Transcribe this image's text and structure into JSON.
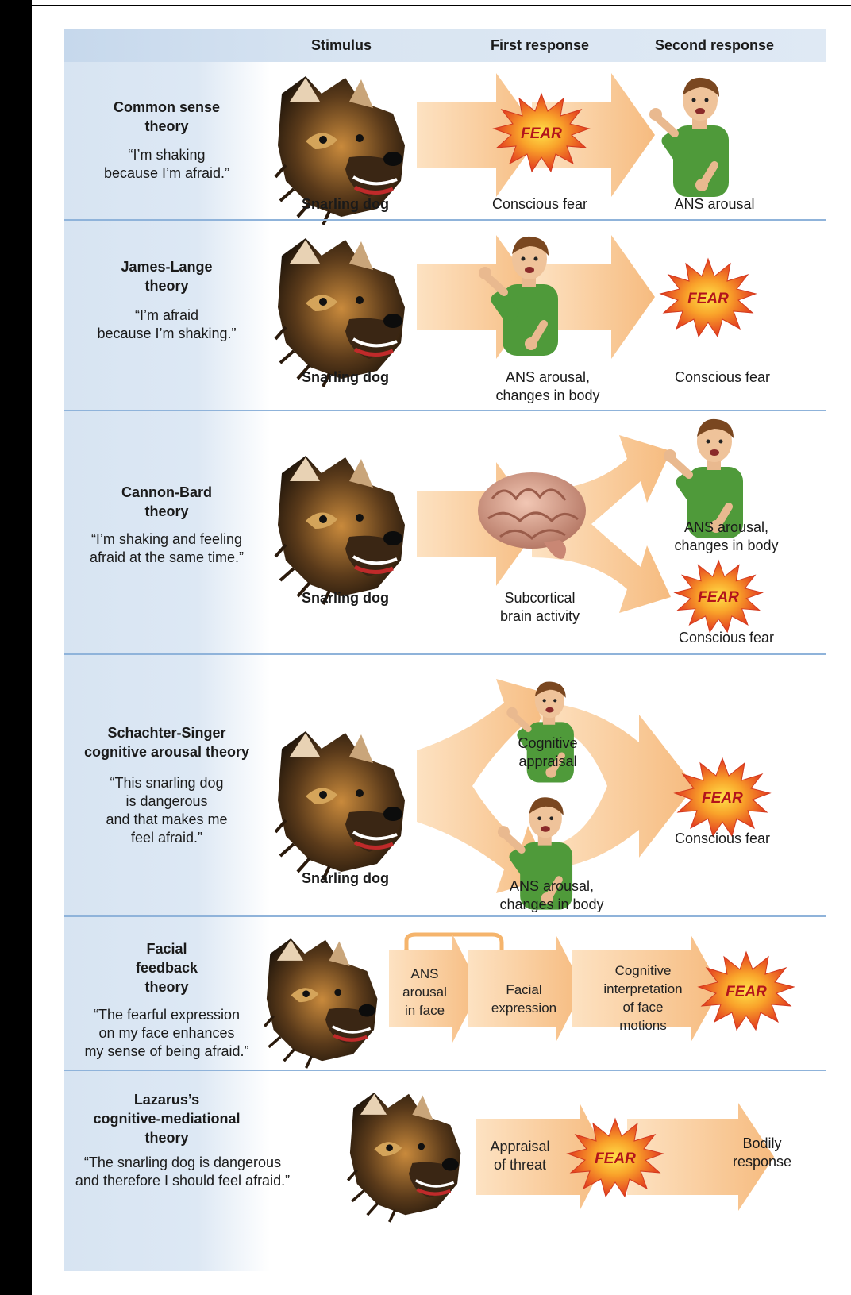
{
  "header": {
    "stimulus": "Stimulus",
    "first_response": "First response",
    "second_response": "Second response"
  },
  "fear_word": "FEAR",
  "icons": [
    "snarling-dog-icon",
    "person-shaking-icon",
    "brain-icon",
    "fear-burst-icon",
    "flow-arrow-icon"
  ],
  "colors": {
    "arrow": "#f7c690",
    "burst": "#e8432a",
    "fear_text": "#b3141c",
    "divider": "#8fb3da",
    "tint": "#d7e4f2"
  },
  "rows": {
    "common": {
      "name": [
        "Common sense",
        "theory"
      ],
      "quote": [
        "“I’m shaking",
        "because I’m afraid.”"
      ],
      "stimulus": "Snarling dog",
      "first": "Conscious fear",
      "second": "ANS arousal"
    },
    "james": {
      "name": [
        "James-Lange",
        "theory"
      ],
      "quote": [
        "“I’m afraid",
        "because I’m shaking.”"
      ],
      "stimulus": "Snarling dog",
      "first": [
        "ANS arousal,",
        "changes in body"
      ],
      "second": "Conscious fear"
    },
    "cannon": {
      "name": [
        "Cannon-Bard",
        "theory"
      ],
      "quote": [
        "“I’m shaking and feeling",
        "afraid at the same time.”"
      ],
      "stimulus": "Snarling dog",
      "first": [
        "Subcortical",
        "brain activity"
      ],
      "second_a": [
        "ANS arousal,",
        "changes in body"
      ],
      "second_b": "Conscious fear"
    },
    "schachter": {
      "name": [
        "Schachter-Singer",
        "cognitive arousal theory"
      ],
      "quote": [
        "“This snarling dog",
        "is dangerous",
        "and that makes me",
        "feel afraid.”"
      ],
      "stimulus": "Snarling dog",
      "first_a": [
        "Cognitive",
        "appraisal"
      ],
      "first_b": [
        "ANS arousal,",
        "changes in body"
      ],
      "second": "Conscious fear"
    },
    "facial": {
      "name": [
        "Facial",
        "feedback",
        "theory"
      ],
      "quote": [
        "“The fearful expression",
        "on my face enhances",
        "my sense of being afraid.”"
      ],
      "step1": [
        "ANS",
        "arousal",
        "in face"
      ],
      "step2": [
        "Facial",
        "expression"
      ],
      "step3": [
        "Cognitive",
        "interpretation",
        "of face",
        "motions"
      ]
    },
    "lazarus": {
      "name": [
        "Lazarus’s",
        "cognitive-mediational",
        "theory"
      ],
      "quote": [
        "“The snarling dog is dangerous",
        "and therefore I should feel afraid.”"
      ],
      "step1": [
        "Appraisal",
        "of threat"
      ],
      "step2": [
        "Bodily",
        "response"
      ]
    }
  }
}
